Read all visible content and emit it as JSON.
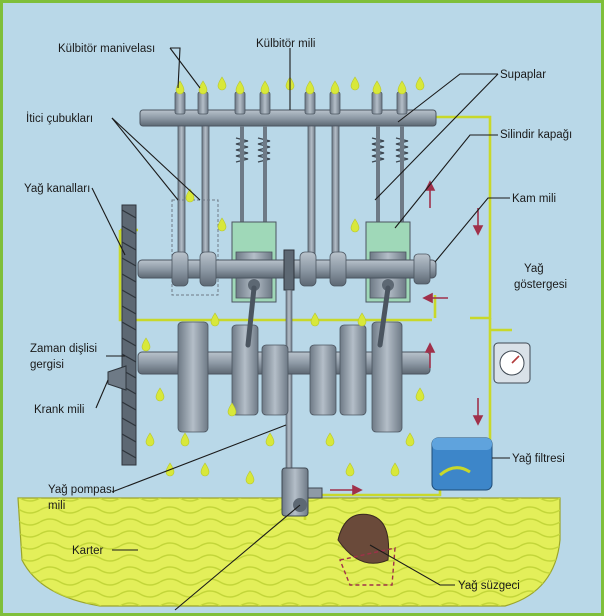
{
  "labels": {
    "kulbitor_manivelasi": "Külbitör manivelası",
    "kulbitor_mili": "Külbitör mili",
    "supaplar": "Supaplar",
    "itici_cubuklari": "İtici çubukları",
    "silindir_kapagi": "Silindir kapağı",
    "yag_kanallari": "Yağ kanalları",
    "kam_mili": "Kam mili",
    "yag_gostergesi_1": "Yağ",
    "yag_gostergesi_2": "göstergesi",
    "zaman_disli_1": "Zaman dişlisi",
    "zaman_disli_2": "gergisi",
    "krank_mili": "Krank mili",
    "yag_filtresi": "Yağ filtresi",
    "yag_pompasi_1": "Yağ pompası",
    "yag_pompasi_2": "mili",
    "karter": "Karter",
    "yag_suzgeci": "Yağ süzgeci"
  },
  "colors": {
    "background": "#b9d8e8",
    "frame": "#7fbf3a",
    "oil": "#d8e83a",
    "oil_line": "#c8d82a",
    "metal": "#8e9aa6",
    "metal_dark": "#5d6873",
    "piston": "#9fd8b8",
    "arrow": "#a0304a",
    "filter": "#3d86c9"
  }
}
